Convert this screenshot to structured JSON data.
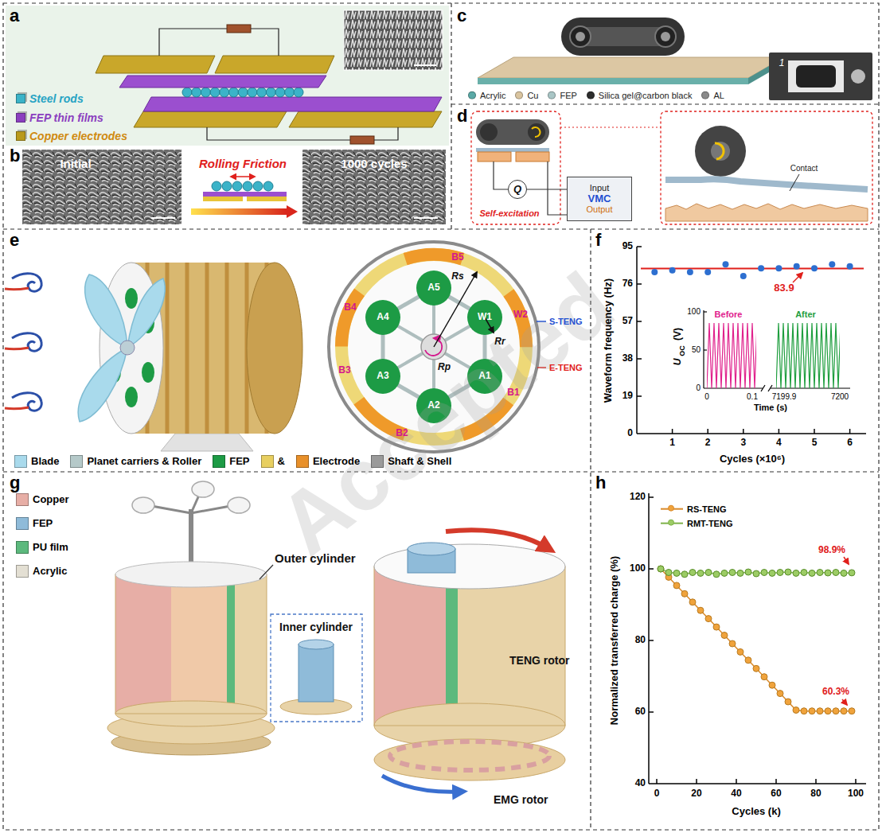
{
  "diagram": {
    "nodes": [
      {
        "text": [
          "Q"
        ]
      },
      {
        "text": [
          "Input",
          "VMC",
          "Output"
        ]
      }
    ],
    "edges": [
      {
        "from": 0,
        "to": 1,
        "arrow": "none"
      }
    ],
    "labels": [
      "a",
      "b",
      "Initial",
      "Rolling Friction",
      "1000 cycles",
      "c",
      "1",
      "d",
      "Contact",
      "e",
      "B5",
      "A5",
      "Rs",
      "W1",
      "Rr",
      "W2",
      "B4",
      "Rp",
      "A4",
      "A1",
      "B3",
      "B1",
      "A3",
      "A2",
      "B2",
      "S-TENG",
      "E-TENG",
      "&",
      "f",
      "95",
      "76",
      "57",
      "38",
      "19",
      "0",
      "Waveform frequency (Hz)",
      "83.9",
      "100",
      "50",
      "0",
      "U",
      "OC",
      "(V)",
      "Before",
      "After",
      "0",
      "0.1",
      "7199.9",
      "7200",
      "Time (s)",
      "1",
      "2",
      "3",
      "4",
      "5",
      "6",
      "Cycles (×10⁶)",
      "g",
      "Outer cylinder",
      "Inner cylinder",
      "TENG rotor",
      "EMG rotor",
      "h",
      "120",
      "100",
      "80",
      "60",
      "40",
      "Normalized transferred charge (%)",
      "98.9%",
      "60.3%",
      "0",
      "20",
      "40",
      "60",
      "80",
      "100",
      "Cycles (k)",
      "Accepted",
      "Self-excitation"
    ],
    "legend": [
      {
        "text": "Steel rods",
        "color": "#3bb3c8"
      },
      {
        "text": "FEP thin films",
        "color": "#8b3fbf"
      },
      {
        "text": "Copper electrodes",
        "color": "#b99a1c"
      },
      {
        "text": "Acrylic",
        "color": "#5aa9a6"
      },
      {
        "text": "Cu",
        "color": "#d9c49f"
      },
      {
        "text": "FEP",
        "color": "#a9c6c6"
      },
      {
        "text": "Silica gel@carbon black",
        "color": "#2d2d2d"
      },
      {
        "text": "AL",
        "color": "#8a8a8a"
      },
      {
        "text": "Blade",
        "color": "#a9daec"
      },
      {
        "text": "Planet carriers & Roller",
        "color": "#b5c9c9"
      },
      {
        "text": "FEP",
        "color": "#1d9b45"
      },
      {
        "text": "Electrode",
        "color": "#e8902a"
      },
      {
        "text": "Shaft & Shell",
        "color": "#9a9a9a"
      },
      {
        "text": "Copper",
        "color": "#e7aea6"
      },
      {
        "text": "FEP",
        "color": "#8fbbd9"
      },
      {
        "text": "PU film",
        "color": "#5cb97d"
      },
      {
        "text": "Acrylic",
        "color": "#e3dfd3"
      },
      {
        "text": "RS-TENG"
      },
      {
        "text": "RMT-TENG"
      }
    ]
  }
}
